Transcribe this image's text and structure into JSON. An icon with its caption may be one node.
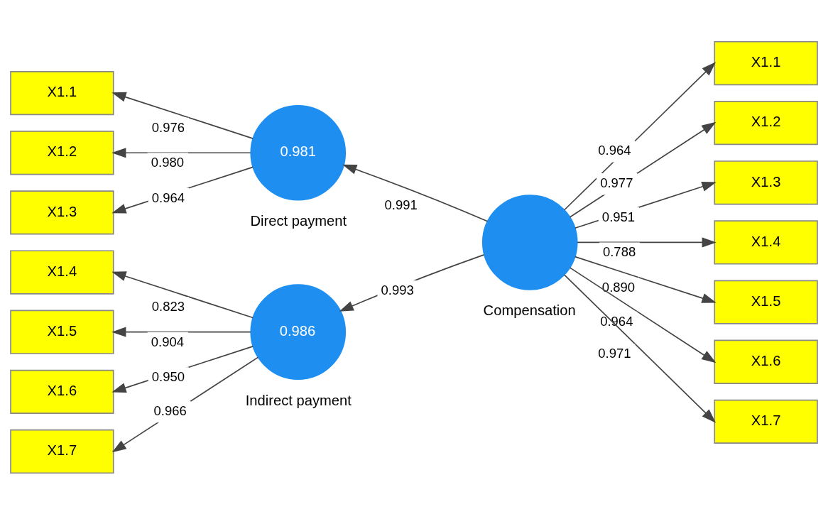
{
  "diagram": {
    "nodes": [
      {
        "text": [
          "X1.1"
        ]
      },
      {
        "text": [
          "X1.2"
        ]
      },
      {
        "text": [
          "X1.3"
        ]
      },
      {
        "text": [
          "0.981",
          "Direct payment"
        ]
      },
      {
        "text": [
          "Compensation"
        ]
      },
      {
        "text": [
          "X1.1"
        ]
      },
      {
        "text": [
          "X1.2"
        ]
      },
      {
        "text": [
          "X1.3"
        ]
      },
      {
        "text": [
          "X1.4"
        ]
      },
      {
        "text": [
          "X1.5"
        ]
      },
      {
        "text": [
          "X1.6"
        ]
      },
      {
        "text": [
          "X1.7"
        ]
      },
      {
        "text": [
          "X1.4"
        ]
      },
      {
        "text": [
          "X1.5"
        ]
      },
      {
        "text": [
          "X1.6"
        ]
      },
      {
        "text": [
          "X1.7"
        ]
      },
      {
        "text": [
          "0.986",
          "Indirect payment"
        ]
      }
    ],
    "edges": [
      {
        "from": 3,
        "to": 0,
        "arrow": "to",
        "label": "0.976"
      },
      {
        "from": 3,
        "to": 1,
        "arrow": "to",
        "label": "0.980"
      },
      {
        "from": 3,
        "to": 2,
        "arrow": "to",
        "label": "0.964"
      },
      {
        "from": 4,
        "to": 3,
        "arrow": "to",
        "label": "0.991"
      },
      {
        "from": 4,
        "to": 5,
        "arrow": "to",
        "label": "0.964"
      },
      {
        "from": 4,
        "to": 6,
        "arrow": "to",
        "label": "0.977"
      },
      {
        "from": 4,
        "to": 7,
        "arrow": "to",
        "label": "0.951"
      },
      {
        "from": 4,
        "to": 8,
        "arrow": "to",
        "label": "0.788"
      },
      {
        "from": 4,
        "to": 9,
        "arrow": "to",
        "label": "0.890"
      },
      {
        "from": 4,
        "to": 10,
        "arrow": "to",
        "label": "0.964"
      },
      {
        "from": 4,
        "to": 11,
        "arrow": "to",
        "label": "0.971"
      },
      {
        "from": 4,
        "to": 16,
        "arrow": "to",
        "label": "0.993"
      },
      {
        "from": 16,
        "to": 12,
        "arrow": "to",
        "label": "0.823"
      },
      {
        "from": 16,
        "to": 13,
        "arrow": "to",
        "label": "0.904"
      },
      {
        "from": 16,
        "to": 14,
        "arrow": "to",
        "label": "0.950"
      },
      {
        "from": 16,
        "to": 15,
        "arrow": "to",
        "label": "0.966"
      }
    ]
  }
}
